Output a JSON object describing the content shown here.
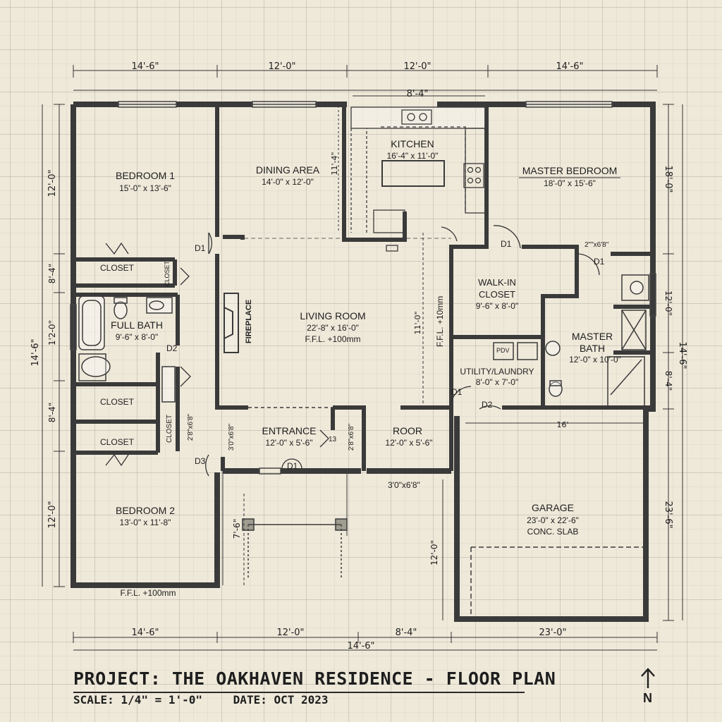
{
  "title": {
    "label": "PROJECT:",
    "text": "THE OAKHAVEN RESIDENCE - FLOOR PLAN",
    "scale": "SCALE: 1/4\" = 1'-0\"",
    "date": "DATE: OCT 2023",
    "north": "N"
  },
  "dimensions": {
    "top": [
      "14'-6\"",
      "12'-0\"",
      "12'-0\"",
      "14'-6\""
    ],
    "top_kitchen": "8'-4\"",
    "bottom": [
      "14'-6\"",
      "12'-0\"",
      "8'-4\"",
      "23'-0\""
    ],
    "bottom_total": "14'-6\"",
    "left_outer": "14'-6\"",
    "left": [
      "12'-0\"",
      "8'-4\"",
      "1'2-0\"",
      "8'-4\"",
      "12'-0\""
    ],
    "right": [
      "18'-0\"",
      "12'-0\"",
      "8'-4\"",
      "23'-6\""
    ],
    "right_outer": "14'-6\"",
    "kitchen_side": "11'-4\"",
    "porch_depth": "7'-6\"",
    "entry_depth": "12'-0\"",
    "living_depth": "11'-0\"",
    "garage_span": "16'"
  },
  "rooms": {
    "bedroom1": {
      "name": "BEDROOM 1",
      "size": "15'-0\" x 13'-6\""
    },
    "dining": {
      "name": "DINING AREA",
      "size": "14'-0\" x 12'-0\""
    },
    "kitchen": {
      "name": "KITCHEN",
      "size": "16'-4\" x 11'-0\""
    },
    "master": {
      "name": "MASTER BEDROOM",
      "size": "18'-0\" x 15'-6\""
    },
    "living": {
      "name": "LIVING ROOM",
      "size": "22'-8\" x 16'-0\"",
      "ffl": "F.F.L. +100mm"
    },
    "fireplace": "FIREPLACE",
    "full_bath": {
      "name": "FULL BATH",
      "size": "9'-6\" x 8'-0\""
    },
    "walkin": {
      "name1": "WALK-IN",
      "name2": "CLOSET",
      "size": "9'-6\" x 8'-0\""
    },
    "master_bath": {
      "name1": "MASTER",
      "name2": "BATH",
      "size": "12'-0\" x 10'-0\""
    },
    "utility": {
      "name": "UTILITY/LAUNDRY",
      "size": "8'-0\" x 7'-0\""
    },
    "entrance": {
      "name": "ENTRANCE",
      "size": "12'-0\" x 5'-6\""
    },
    "roor": {
      "name": "ROOR",
      "size": "12'-0\" x 5'-6\""
    },
    "garage": {
      "name": "GARAGE",
      "size": "23'-0\" x 22'-6\"",
      "note": "CONC. SLAB"
    },
    "bedroom2": {
      "name": "BEDROOM 2",
      "size": "13'-0\" x 11'-8\""
    },
    "closet": "CLOSET"
  },
  "notes": {
    "ffl_left": "F.F.L. +100mm",
    "ffl_vertical": "F.F.L. +10mm",
    "door_d1": "D1",
    "door_d2": "D2",
    "door_d3": "D3",
    "door_2_8": "2'8\"x6'8\"",
    "door_3_0": "3'0\"x6'8\"",
    "door_master": "2\"\"x6'8\"",
    "door_front": "3'0\"x6'8\"",
    "pdv": "PDV",
    "tag_13": "13"
  }
}
